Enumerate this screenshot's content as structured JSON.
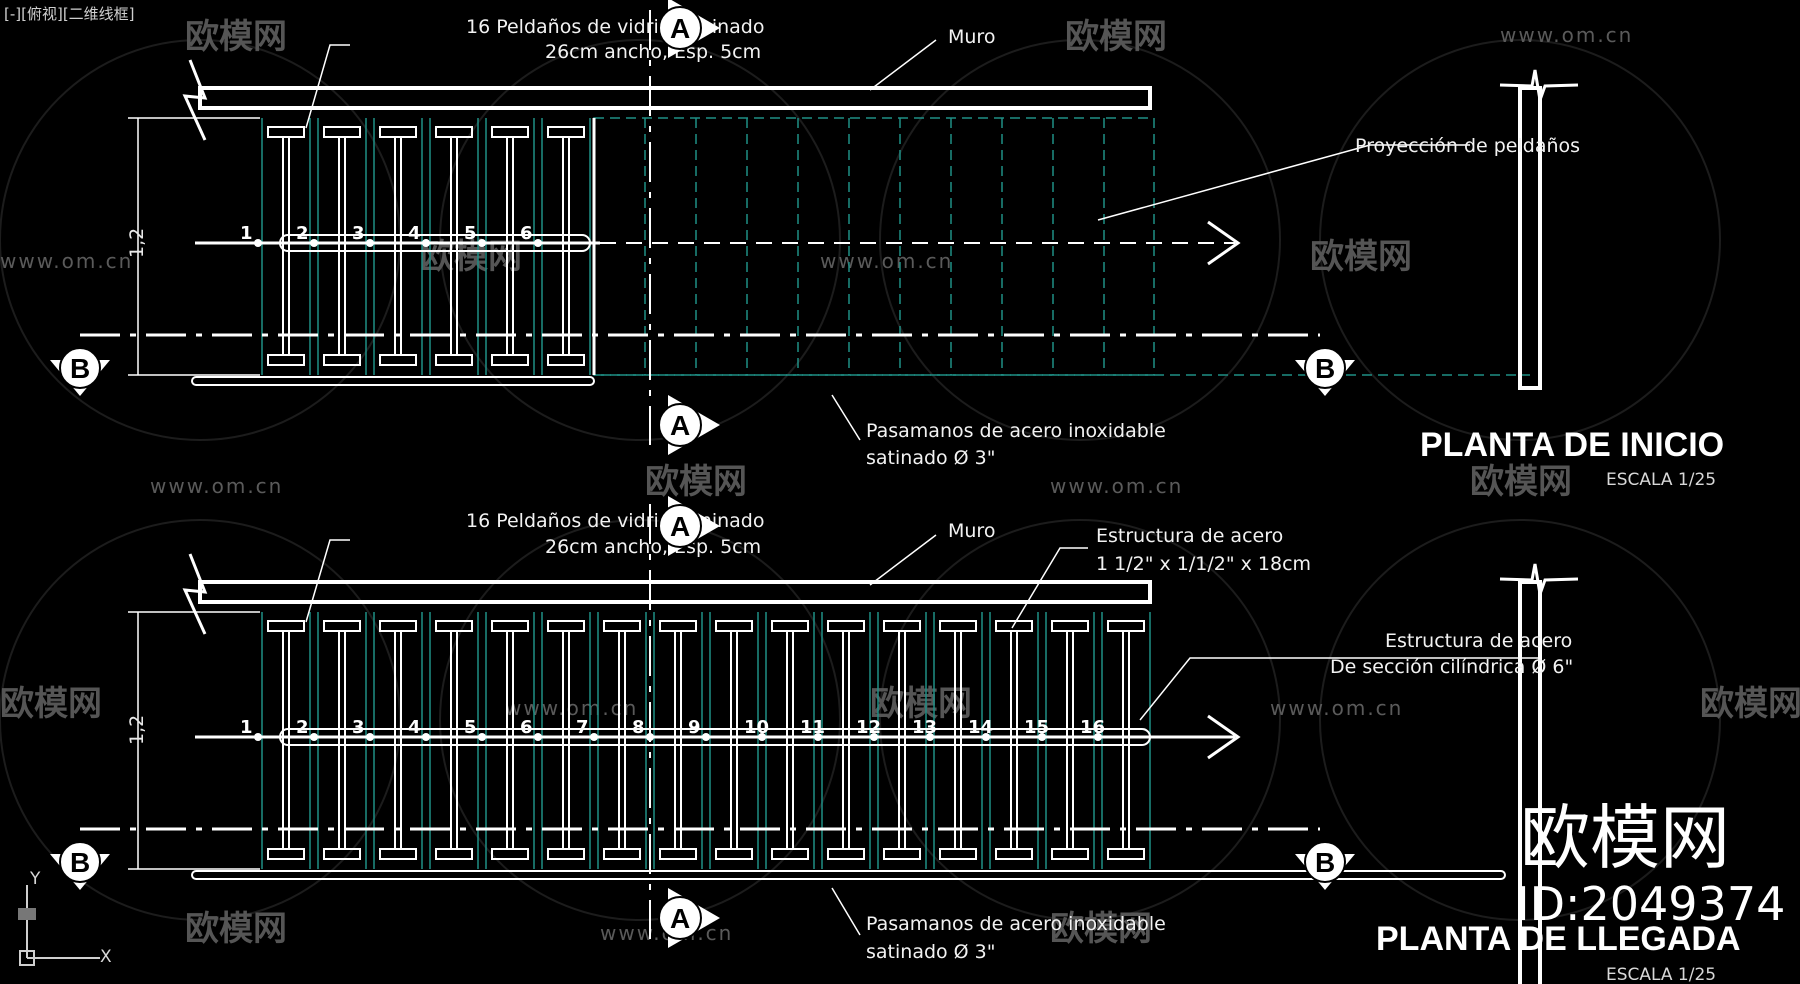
{
  "view_label": "[-][俯视][二维线框]",
  "plan_top": {
    "steps_note_line1": "16 Peldaños de vidrio laminado",
    "steps_note_line2": "26cm ancho, Esp. 5cm",
    "wall_label": "Muro",
    "projection_label": "Proyección de peldaños",
    "handrail_line1": "Pasamanos de acero inoxidable",
    "handrail_line2": "satinado Ø 3\"",
    "dimension": "1,2",
    "step_numbers": [
      "1",
      "2",
      "3",
      "4",
      "5",
      "6"
    ],
    "title": "PLANTA DE INICIO",
    "scale": "ESCALA 1/25"
  },
  "plan_bottom": {
    "steps_note_line1": "16 Peldaños de vidrio laminado",
    "steps_note_line2": "26cm ancho, Esp. 5cm",
    "wall_label": "Muro",
    "steel_label_line1": "Estructura de acero",
    "steel_label_line2": "1 1/2\" x 1/1/2\" x 18cm",
    "cyl_label_line1": "Estructura de acero",
    "cyl_label_line2": "De sección cilíndrica Ø 6\"",
    "handrail_line1": "Pasamanos de acero inoxidable",
    "handrail_line2": "satinado Ø 3\"",
    "dimension": "1,2",
    "step_numbers": [
      "1",
      "2",
      "3",
      "4",
      "5",
      "6",
      "7",
      "8",
      "9",
      "10",
      "11",
      "12",
      "13",
      "14",
      "15",
      "16"
    ],
    "title": "PLANTA DE LLEGADA",
    "scale": "ESCALA 1/25"
  },
  "section_marks": {
    "a": "A",
    "b": "B"
  },
  "watermarks": {
    "url": "www.om.cn",
    "cn": "欧模网"
  },
  "brand": {
    "name": "欧模网",
    "id": "ID:2049374"
  },
  "axes": {
    "y": "Y",
    "x": "X"
  },
  "colors": {
    "background": "#000000",
    "line": "#ffffff",
    "teal": "#1f8f86",
    "watermark": "#5a5a5a"
  }
}
